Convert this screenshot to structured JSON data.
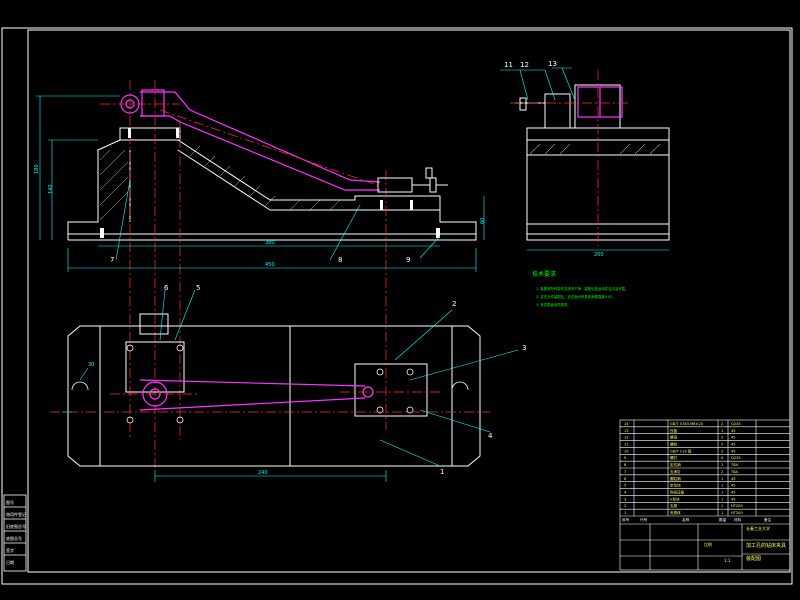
{
  "colors": {
    "background": "#000000",
    "outline": "#ffffff",
    "dimension": "#00ffff",
    "centerline": "#ff3030",
    "hatch": "#ffffff",
    "workpiece": "#ff33ff",
    "notes": "#00ff00",
    "table_text": "#ffff55"
  },
  "callouts": {
    "top_view": [
      "1",
      "2",
      "3",
      "4",
      "5",
      "6"
    ],
    "front_view": [
      "7",
      "8",
      "9"
    ],
    "side_view": [
      "11",
      "12",
      "13"
    ]
  },
  "dimensions": {
    "front_total_length": "450",
    "front_base_length": "380",
    "front_height": "180",
    "front_height_small": "140",
    "front_right_height": "60",
    "side_width": "200",
    "top_center_distance": "240",
    "top_left_dim": "30"
  },
  "notes": {
    "title": "技术要求",
    "lines": [
      "1. 装配前所有零件应清洗干净，装配后各运动件应灵活可靠。",
      "2. 定位元件装配后，定位面对夹具底面垂直度0.02。",
      "3. 夹具表面涂防锈漆。"
    ]
  },
  "parts_table": {
    "rows": [
      {
        "no": "14",
        "name": "GB/T 5783 M8×25",
        "qty": "2",
        "material": "Q235"
      },
      {
        "no": "13",
        "name": "压板",
        "qty": "1",
        "material": "45"
      },
      {
        "no": "12",
        "name": "螺母",
        "qty": "2",
        "material": "45"
      },
      {
        "no": "11",
        "name": "螺栓",
        "qty": "2",
        "material": "45"
      },
      {
        "no": "10",
        "name": "GB/T 119 销",
        "qty": "2",
        "material": "45"
      },
      {
        "no": "9",
        "name": "螺钉",
        "qty": "4",
        "material": "Q235"
      },
      {
        "no": "8",
        "name": "定位销",
        "qty": "1",
        "material": "T8A"
      },
      {
        "no": "7",
        "name": "支承钉",
        "qty": "2",
        "material": "T8A"
      },
      {
        "no": "6",
        "name": "圆柱销",
        "qty": "1",
        "material": "45"
      },
      {
        "no": "5",
        "name": "定位块",
        "qty": "1",
        "material": "45"
      },
      {
        "no": "4",
        "name": "钩形压板",
        "qty": "1",
        "material": "45"
      },
      {
        "no": "3",
        "name": "V形块",
        "qty": "1",
        "material": "45"
      },
      {
        "no": "2",
        "name": "支座",
        "qty": "1",
        "material": "HT200"
      },
      {
        "no": "1",
        "name": "夹具体",
        "qty": "1",
        "material": "HT200"
      }
    ],
    "header": [
      "序号",
      "代号",
      "名称",
      "数量",
      "材料",
      "备注"
    ]
  },
  "title_block": {
    "school": "长春工业大学",
    "drawing_title": "加工孔的钻床夹具",
    "drawing_sub": "装配图",
    "scale": "1:1",
    "stamp": "比例"
  },
  "left_strip": [
    "图号",
    "借用件登记",
    "旧底图总号",
    "底图总号",
    "签字",
    "日期"
  ]
}
